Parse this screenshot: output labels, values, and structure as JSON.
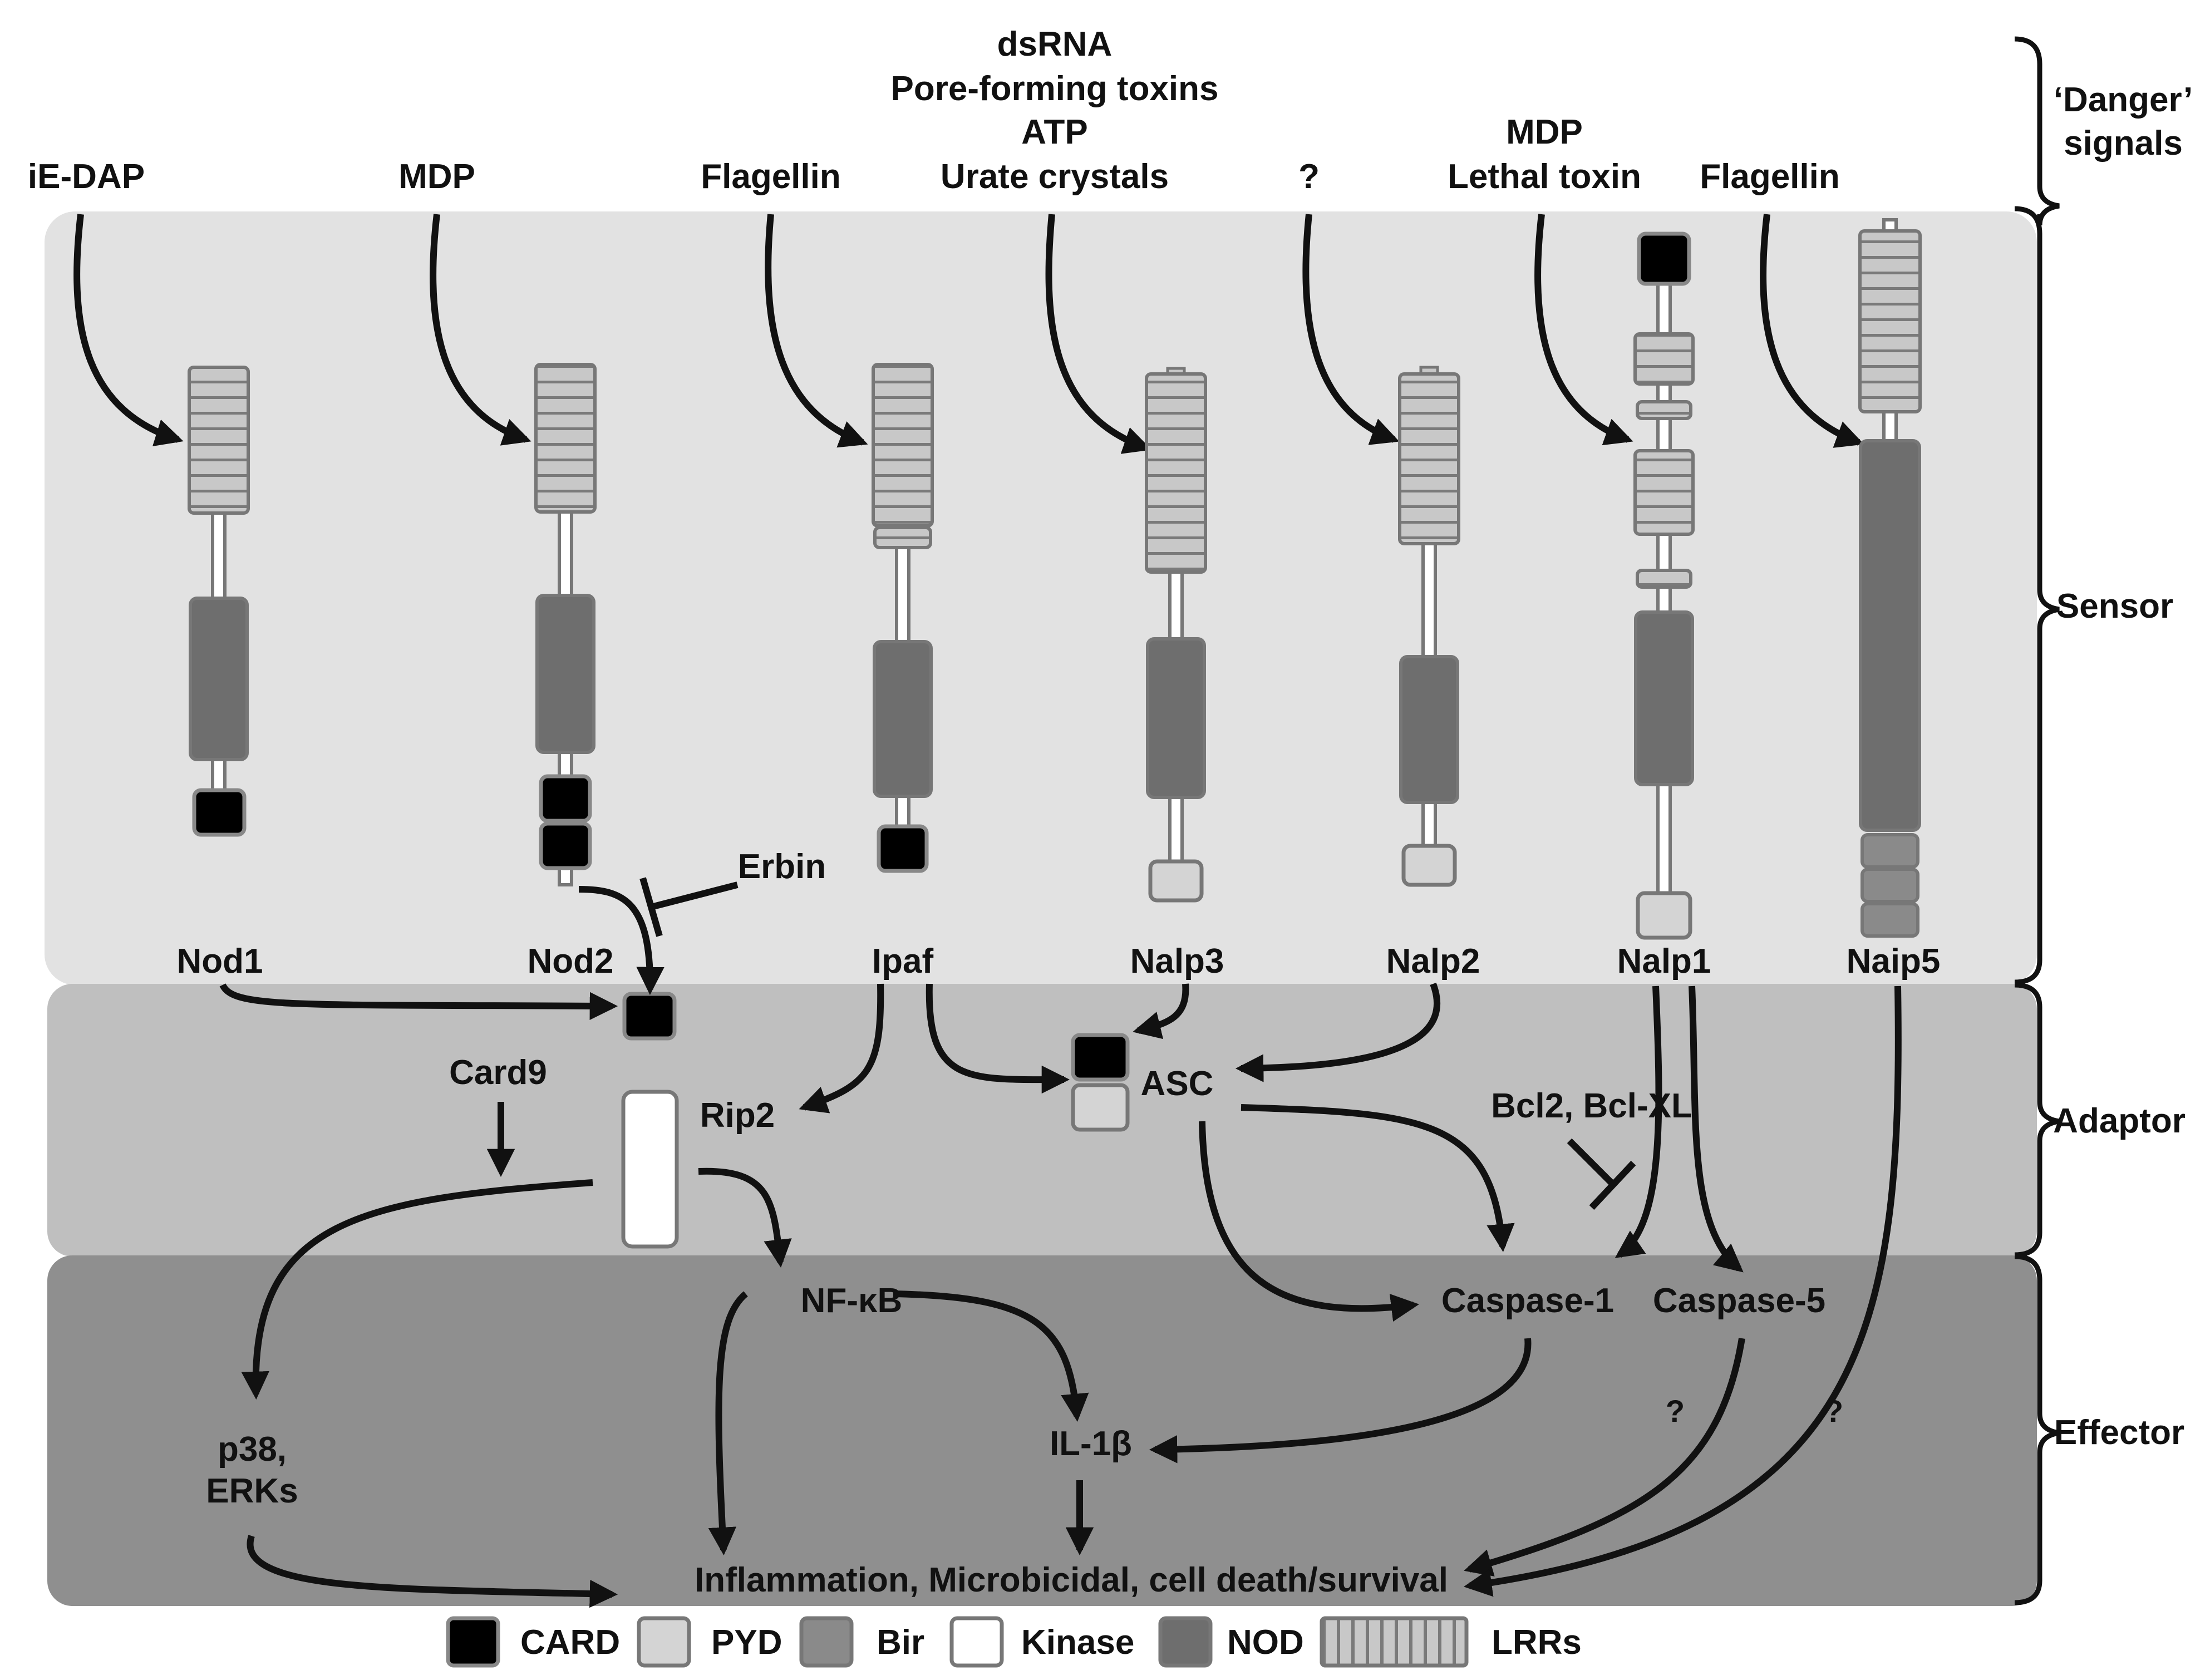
{
  "signals": {
    "iedap": "iE-DAP",
    "mdp1": "MDP",
    "flagellin1": "Flagellin",
    "ipaf_line1": "dsRNA",
    "ipaf_line2": "Pore-forming toxins",
    "ipaf_line3": "ATP",
    "ipaf_line4": "Urate crystals",
    "unknown": "?",
    "nalp1_line1": "MDP",
    "nalp1_line2": "Lethal toxin",
    "flagellin2": "Flagellin"
  },
  "sections": {
    "danger_line1": "‘Danger’",
    "danger_line2": "signals",
    "sensor": "Sensor",
    "adaptor": "Adaptor",
    "effector": "Effector"
  },
  "proteins": {
    "nod1": "Nod1",
    "nod2": "Nod2",
    "ipaf": "Ipaf",
    "nalp3": "Nalp3",
    "nalp2": "Nalp2",
    "nalp1": "Nalp1",
    "naip5": "Naip5"
  },
  "nodes": {
    "erbin": "Erbin",
    "card9": "Card9",
    "rip2": "Rip2",
    "asc": "ASC",
    "bcl": "Bcl2, Bcl-XL",
    "nfkb": "NF-κB",
    "caspase1": "Caspase-1",
    "caspase5": "Caspase-5",
    "p38_line1": "p38,",
    "p38_line2": "ERKs",
    "il1b": "IL-1β",
    "outcome": "Inflammation, Microbicidal, cell death/survival",
    "q1": "?",
    "q2": "?"
  },
  "legend": {
    "card": "CARD",
    "pyd": "PYD",
    "bir": "Bir",
    "kinase": "Kinase",
    "nod": "NOD",
    "lrrs": "LRRs"
  },
  "colors": {
    "card": "#000000",
    "pyd": "#d4d4d4",
    "bir": "#8a8a8a",
    "kinase": "#ffffff",
    "nod": "#6e6e6e",
    "lrr": "#c8c8c8",
    "sensor_bg": "#e2e2e2",
    "adaptor_bg": "#bfbfbf",
    "effector_bg": "#8f8f8f"
  }
}
